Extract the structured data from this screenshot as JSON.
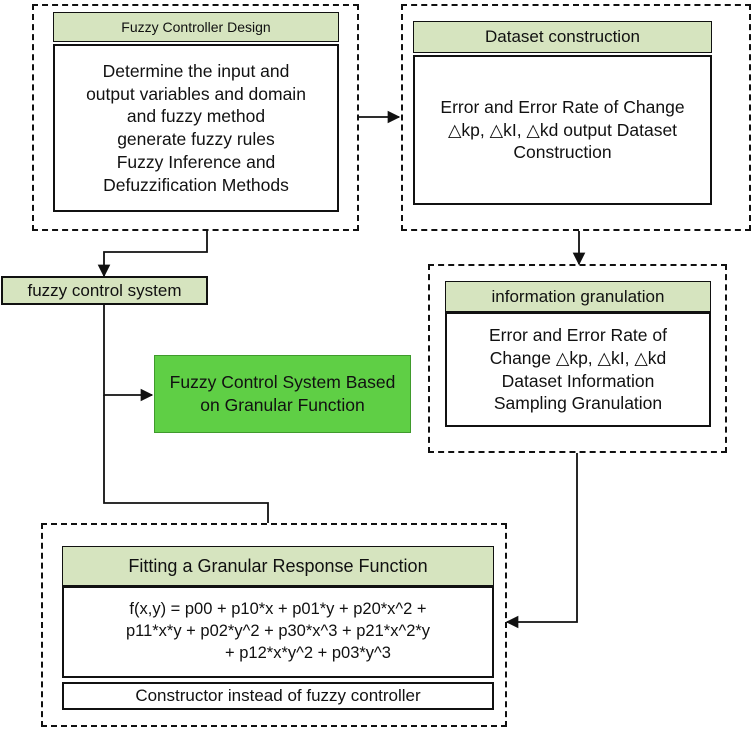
{
  "fuzzy_controller_design": {
    "title": "Fuzzy Controller Design",
    "body": [
      "Determine the input and",
      "output variables and domain",
      "and fuzzy method",
      "generate fuzzy rules",
      "Fuzzy Inference and",
      "Defuzzification Methods"
    ]
  },
  "dataset_construction": {
    "title": "Dataset construction",
    "body": [
      "Error and Error Rate of Change",
      "△kp, △kI, △kd output Dataset",
      "Construction"
    ]
  },
  "fuzzy_control_system": {
    "label": "fuzzy control system"
  },
  "information_granulation": {
    "title": "information granulation",
    "body": [
      "Error and Error Rate of",
      "Change △kp, △kI, △kd",
      "Dataset Information",
      "Sampling Granulation"
    ]
  },
  "granular_system": {
    "body": [
      "Fuzzy Control System Based",
      "on Granular Function"
    ]
  },
  "granular_response": {
    "title": "Fitting a Granular Response Function",
    "formula": [
      "f(x,y) = p00 + p10*x + p01*y + p20*x^2 +",
      "p11*x*y + p02*y^2 + p30*x^3 + p21*x^2*y",
      "+ p12*x*y^2 + p03*y^3"
    ],
    "footer": "Constructor instead of fuzzy controller"
  },
  "colors": {
    "header_fill": "#d6e4bf",
    "highlight_fill": "#5fcf45",
    "line": "#111111"
  }
}
